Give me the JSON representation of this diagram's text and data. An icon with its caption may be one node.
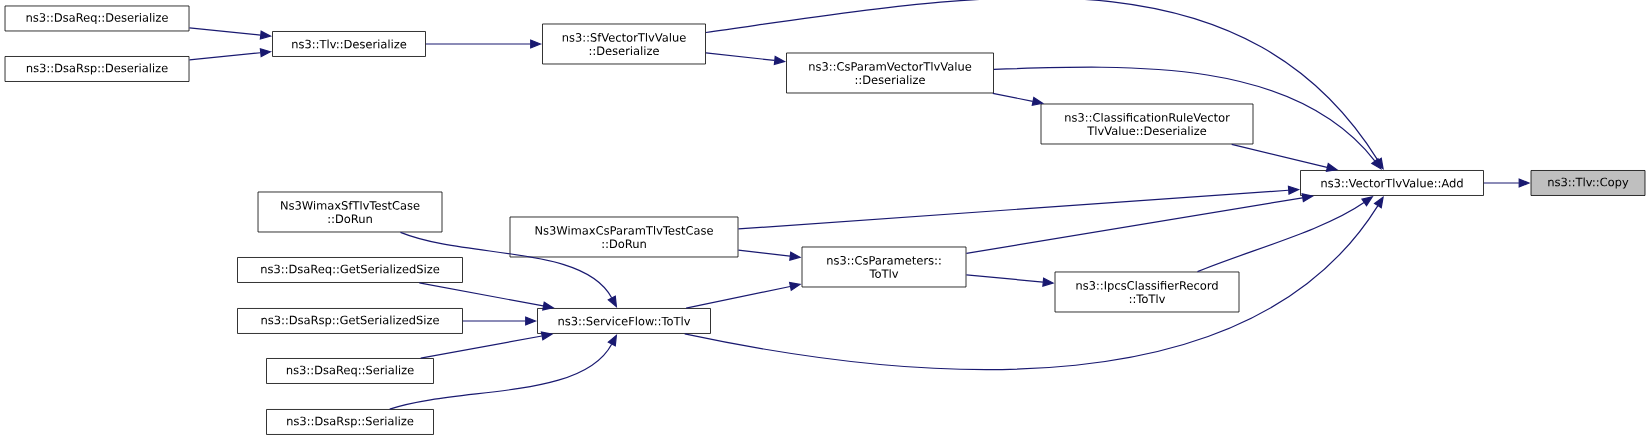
{
  "diagram": {
    "nodes": [
      {
        "text": [
          "ns3::DsaReq::Deserialize"
        ]
      },
      {
        "text": [
          "ns3::DsaRsp::Deserialize"
        ]
      },
      {
        "text": [
          "ns3::Tlv::Deserialize"
        ]
      },
      {
        "text": [
          "ns3::SfVectorTlvValue ::Deserialize"
        ]
      },
      {
        "text": [
          "ns3::CsParamVectorTlvValue ::Deserialize"
        ]
      },
      {
        "text": [
          "ns3::ClassificationRuleVector TlvValue::Deserialize"
        ]
      },
      {
        "text": [
          "ns3::VectorTlvValue::Add"
        ]
      },
      {
        "text": [
          "ns3::Tlv::Copy"
        ]
      },
      {
        "text": [
          "Ns3WimaxSfTlvTestCase ::DoRun"
        ]
      },
      {
        "text": [
          "Ns3WimaxCsParamTlvTestCase ::DoRun"
        ]
      },
      {
        "text": [
          "ns3::CsParameters:: ToTlv"
        ]
      },
      {
        "text": [
          "ns3::IpcsClassifierRecord ::ToTlv"
        ]
      },
      {
        "text": [
          "ns3::DsaReq::GetSerializedSize"
        ]
      },
      {
        "text": [
          "ns3::DsaRsp::GetSerializedSize"
        ]
      },
      {
        "text": [
          "ns3::ServiceFlow::ToTlv"
        ]
      },
      {
        "text": [
          "ns3::DsaReq::Serialize"
        ]
      },
      {
        "text": [
          "ns3::DsaRsp::Serialize"
        ]
      }
    ],
    "edges": [
      {
        "from": 0,
        "to": 2,
        "arrow": "to"
      },
      {
        "from": 1,
        "to": 2,
        "arrow": "to"
      },
      {
        "from": 2,
        "to": 3,
        "arrow": "to"
      },
      {
        "from": 3,
        "to": 6,
        "arrow": "to"
      },
      {
        "from": 3,
        "to": 4,
        "arrow": "to"
      },
      {
        "from": 4,
        "to": 6,
        "arrow": "to"
      },
      {
        "from": 4,
        "to": 5,
        "arrow": "to"
      },
      {
        "from": 5,
        "to": 6,
        "arrow": "to"
      },
      {
        "from": 6,
        "to": 7,
        "arrow": "to"
      },
      {
        "from": 9,
        "to": 6,
        "arrow": "to"
      },
      {
        "from": 9,
        "to": 10,
        "arrow": "to"
      },
      {
        "from": 10,
        "to": 6,
        "arrow": "to"
      },
      {
        "from": 10,
        "to": 11,
        "arrow": "to"
      },
      {
        "from": 11,
        "to": 6,
        "arrow": "to"
      },
      {
        "from": 14,
        "to": 6,
        "arrow": "to"
      },
      {
        "from": 14,
        "to": 10,
        "arrow": "to"
      },
      {
        "from": 8,
        "to": 14,
        "arrow": "to"
      },
      {
        "from": 12,
        "to": 14,
        "arrow": "to"
      },
      {
        "from": 13,
        "to": 14,
        "arrow": "to"
      },
      {
        "from": 15,
        "to": 14,
        "arrow": "to"
      },
      {
        "from": 16,
        "to": 14,
        "arrow": "to"
      }
    ]
  }
}
